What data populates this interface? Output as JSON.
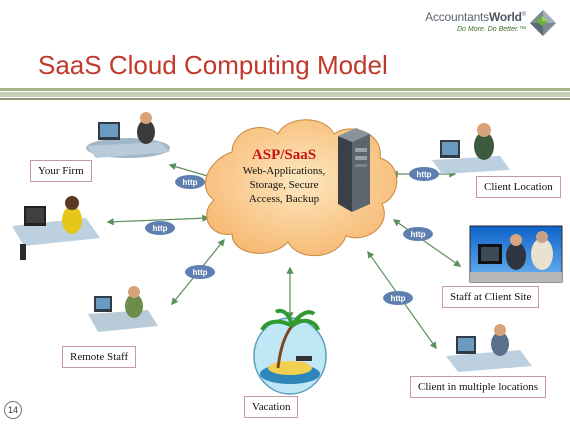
{
  "header": {
    "brand_name_light": "Accountants",
    "brand_name_bold": "World",
    "brand_mark": "®",
    "brand_tagline": "Do More. Do Better.™",
    "title": "SaaS Cloud Computing Model"
  },
  "cloud": {
    "title": "ASP/SaaS",
    "lines": [
      "Web-Applications,",
      "Storage, Secure",
      "Access, Backup"
    ]
  },
  "nodes": {
    "your_firm": "Your Firm",
    "client_location": "Client Location",
    "staff_at_client_site": "Staff at Client Site",
    "remote_staff": "Remote Staff",
    "vacation": "Vacation",
    "client_multiple": "Client in multiple locations"
  },
  "protocol_label": "http",
  "slide_number": "14",
  "colors": {
    "title": "#c0392b",
    "cloud_fill": "#f8c98c",
    "cloud_title": "#c81414",
    "arrow": "#5b8f5b",
    "label_border": "#c79aa0"
  }
}
